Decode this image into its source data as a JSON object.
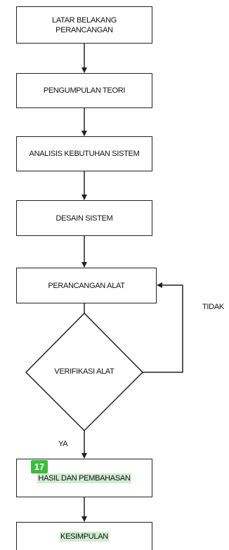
{
  "nodes": {
    "latar": "LATAR BELAKANG\nPERANCANGAN",
    "teori": "PENGUMPULAN TEORI",
    "analisis": "ANALISIS KEBUTUHAN SISTEM",
    "desain": "DESAIN SISTEM",
    "perancangan": "PERANCANGAN ALAT",
    "verifikasi": "VERIFIKASI ALAT",
    "hasil": "HASIL DAN PEMBAHASAN",
    "kesimpulan": "KESIMPULAN"
  },
  "edges": {
    "yes_label": "YA",
    "no_label": "TIDAK"
  },
  "badge": "17",
  "highlight_color": "#cfeccf"
}
